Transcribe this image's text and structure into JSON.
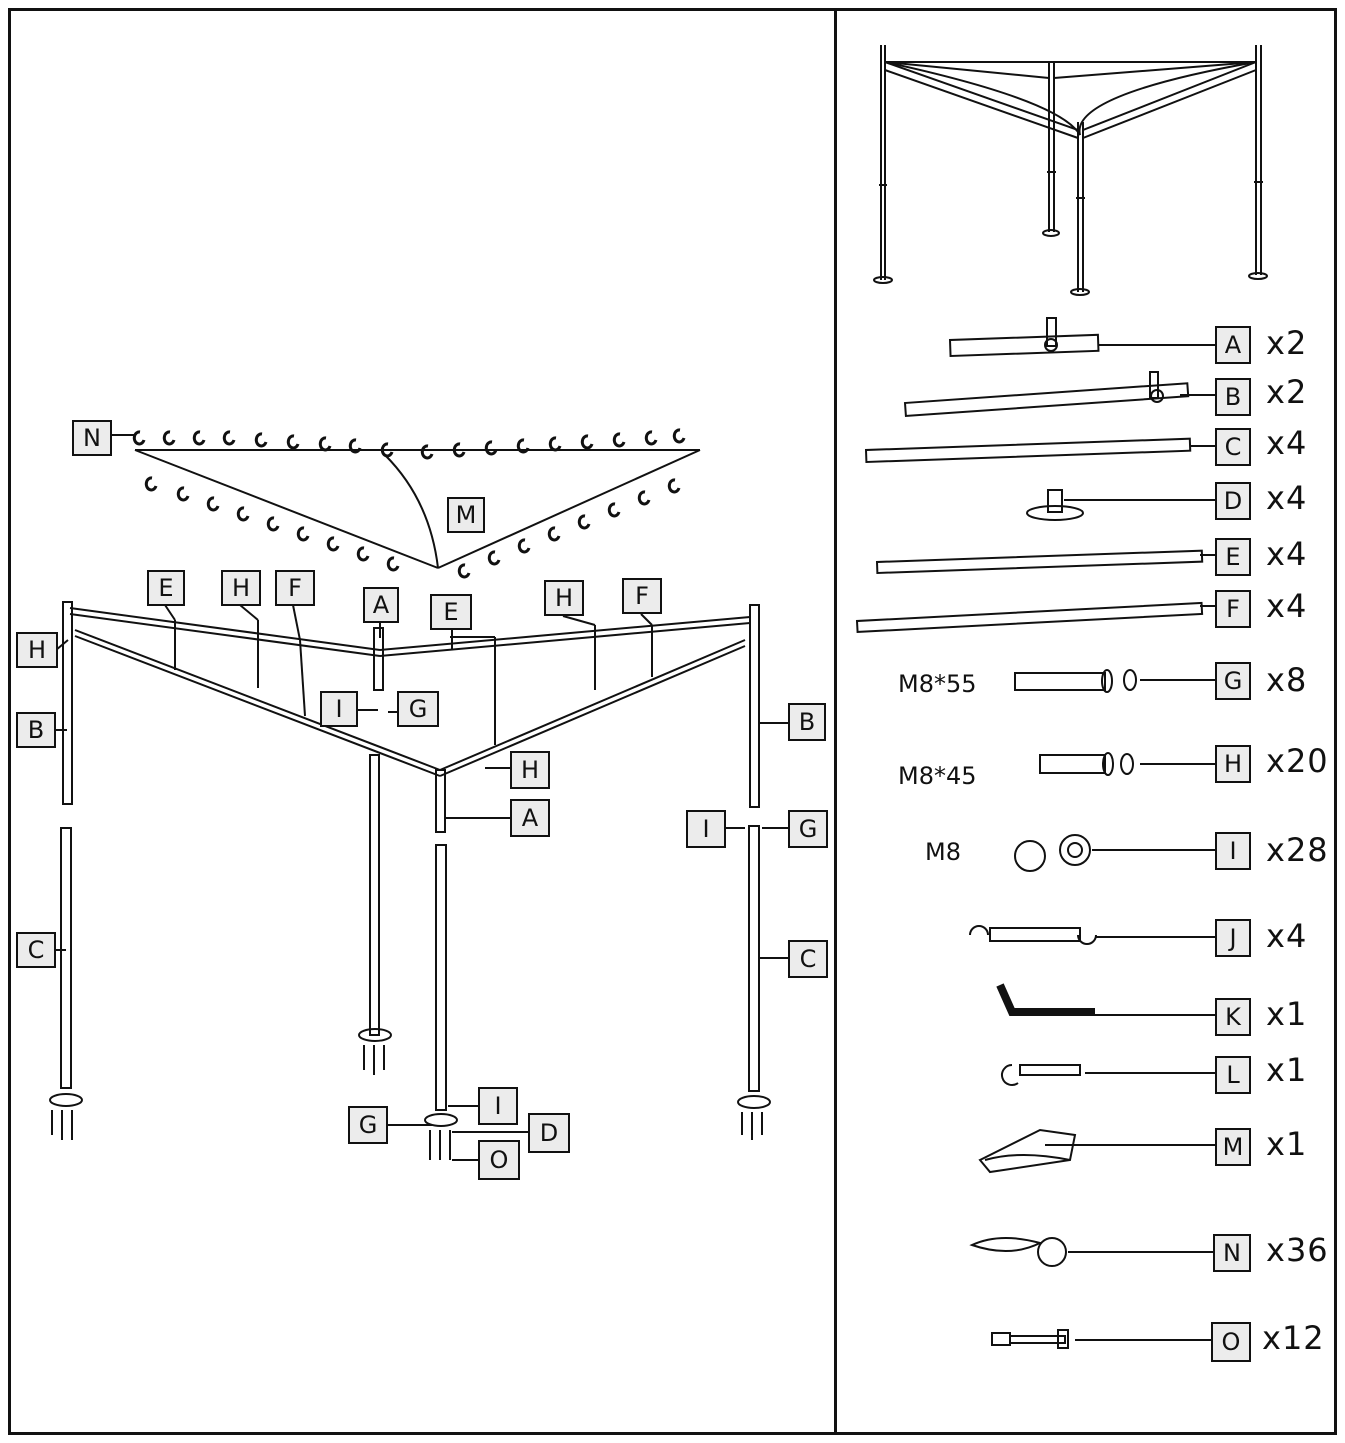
{
  "assembly_labels": {
    "N": "N",
    "M": "M",
    "E1": "E",
    "H1": "H",
    "F1": "F",
    "A1": "A",
    "E2": "E",
    "H2": "H",
    "F2": "F",
    "H_left": "H",
    "B_left": "B",
    "C_left": "C",
    "I_mid": "I",
    "G_mid": "G",
    "H_mid": "H",
    "A_mid": "A",
    "B_right": "B",
    "I_right": "I",
    "G_right": "G",
    "C_right": "C",
    "I_bottom": "I",
    "G_bottom": "G",
    "D_bottom": "D",
    "O_bottom": "O"
  },
  "parts": [
    {
      "letter": "A",
      "qty": "x2",
      "spec": ""
    },
    {
      "letter": "B",
      "qty": "x2",
      "spec": ""
    },
    {
      "letter": "C",
      "qty": "x4",
      "spec": ""
    },
    {
      "letter": "D",
      "qty": "x4",
      "spec": ""
    },
    {
      "letter": "E",
      "qty": "x4",
      "spec": ""
    },
    {
      "letter": "F",
      "qty": "x4",
      "spec": ""
    },
    {
      "letter": "G",
      "qty": "x8",
      "spec": "M8*55"
    },
    {
      "letter": "H",
      "qty": "x20",
      "spec": "M8*45"
    },
    {
      "letter": "I",
      "qty": "x28",
      "spec": "M8"
    },
    {
      "letter": "J",
      "qty": "x4",
      "spec": ""
    },
    {
      "letter": "K",
      "qty": "x1",
      "spec": ""
    },
    {
      "letter": "L",
      "qty": "x1",
      "spec": ""
    },
    {
      "letter": "M",
      "qty": "x1",
      "spec": ""
    },
    {
      "letter": "N",
      "qty": "x36",
      "spec": ""
    },
    {
      "letter": "O",
      "qty": "x12",
      "spec": ""
    }
  ]
}
